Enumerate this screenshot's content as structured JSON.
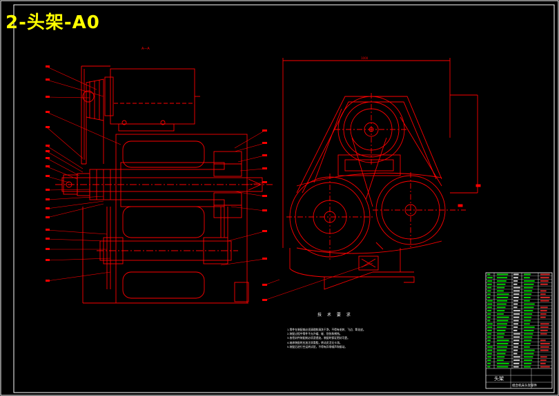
{
  "header": {
    "title": "2-头架-A0"
  },
  "section_label": "A—A",
  "top_dimension": "1000",
  "technical_requirements": {
    "heading": "技 术 要 求",
    "notes": [
      "1.零件在装配前必须清理和清洗干净，不得有毛刺、飞边、氧化皮。",
      "2.装配过程中零件不允许磕、碰、划伤和锈蚀。",
      "3.各密封件装配前必须浸透油，装配时保证密封可靠。",
      "4.轴承装配时应加注润滑脂，转动灵活无卡滞。",
      "5.装配后进行空运转试验，不得有异常噪声和振动。"
    ]
  },
  "title_block": {
    "name": "头架",
    "subtitle": "组合机床头架部件"
  },
  "colors": {
    "background": "#000000",
    "linework": "#ff0000",
    "title": "#ffff00",
    "border": "#ffffff",
    "table_text": "#00ff00"
  }
}
